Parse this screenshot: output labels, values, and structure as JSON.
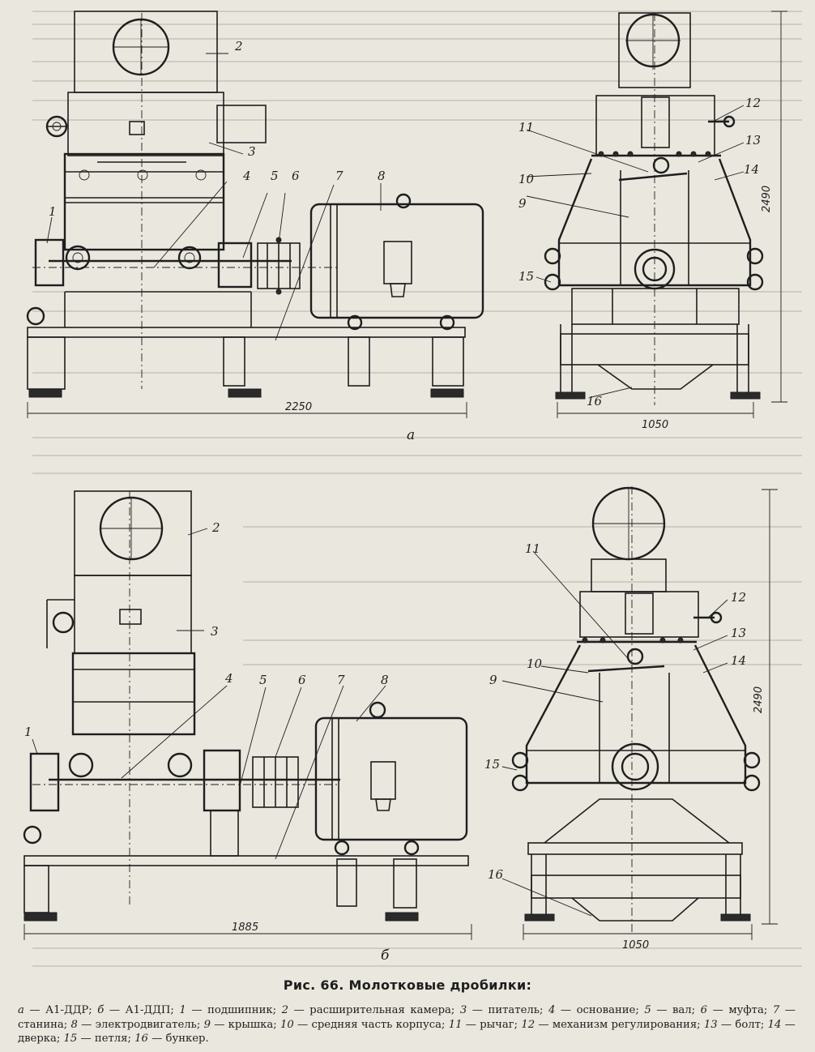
{
  "figure": {
    "caption": "Рис. 66. Молотковые дробилки:",
    "legend": [
      {
        "key": "а",
        "text": "А1-ДДР;"
      },
      {
        "key": "б",
        "text": "А1-ДДП;"
      },
      {
        "key": "1",
        "text": "подшипник;"
      },
      {
        "key": "2",
        "text": "расширительная камера;"
      },
      {
        "key": "3",
        "text": "питатель;"
      },
      {
        "key": "4",
        "text": "основание;"
      },
      {
        "key": "5",
        "text": "вал;"
      },
      {
        "key": "6",
        "text": "муфта;"
      },
      {
        "key": "7",
        "text": "станина;"
      },
      {
        "key": "8",
        "text": "электродвигатель;"
      },
      {
        "key": "9",
        "text": "крышка;"
      },
      {
        "key": "10",
        "text": "средняя часть корпуса;"
      },
      {
        "key": "11",
        "text": "рычаг;"
      },
      {
        "key": "12",
        "text": "механизм регулирования;"
      },
      {
        "key": "13",
        "text": "болт;"
      },
      {
        "key": "14",
        "text": "дверка;"
      },
      {
        "key": "15",
        "text": "петля;"
      },
      {
        "key": "16",
        "text": "бункер."
      }
    ],
    "sub_a": "а",
    "sub_b": "б",
    "dims": {
      "a_length": "2250",
      "a_width": "1050",
      "a_height": "2490",
      "b_length": "1885",
      "b_width": "1050",
      "b_height": "2490"
    },
    "callouts_a": [
      "1",
      "2",
      "3",
      "4",
      "5",
      "6",
      "7",
      "8",
      "9",
      "10",
      "11",
      "12",
      "13",
      "14",
      "15",
      "16"
    ],
    "callouts_b": [
      "1",
      "2",
      "3",
      "4",
      "5",
      "6",
      "7",
      "8",
      "9",
      "10",
      "11",
      "12",
      "13",
      "14",
      "15",
      "16"
    ]
  }
}
